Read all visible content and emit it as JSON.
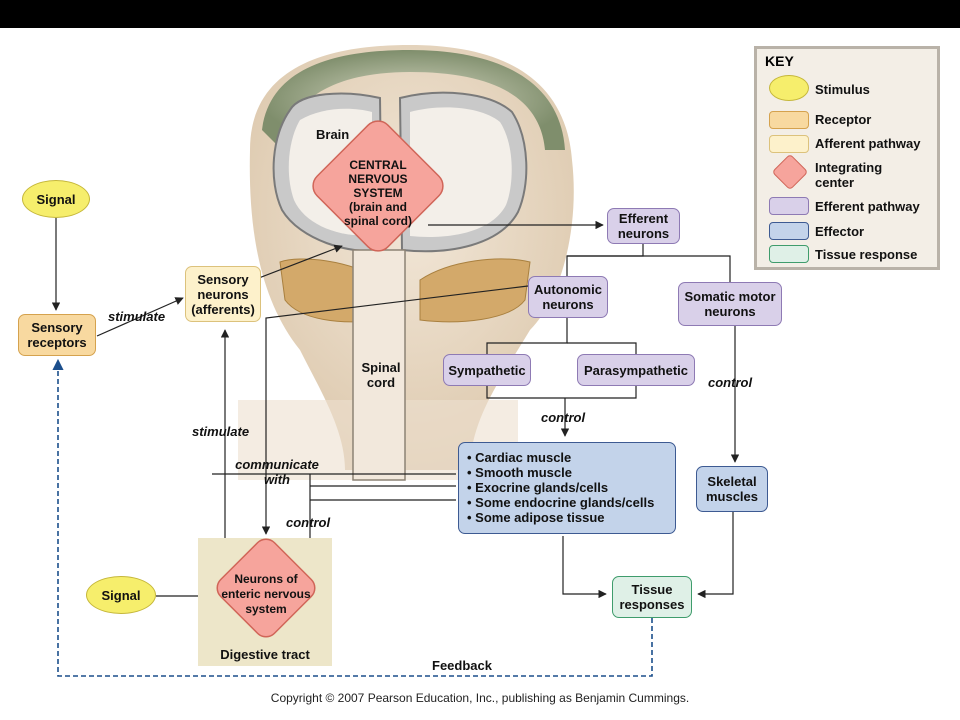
{
  "key": {
    "title": "KEY",
    "items": [
      {
        "label": "Stimulus",
        "color": "#f6ee6c"
      },
      {
        "label": "Receptor",
        "color": "#f8d9a0"
      },
      {
        "label": "Afferent pathway",
        "color": "#fdf1cb"
      },
      {
        "label": "Integrating\ncenter",
        "color": "#f6a49c"
      },
      {
        "label": "Efferent pathway",
        "color": "#d9d0e9"
      },
      {
        "label": "Effector",
        "color": "#c3d3ea"
      },
      {
        "label": "Tissue response",
        "color": "#dff0e7"
      }
    ]
  },
  "nodes": {
    "signal_top": "Signal",
    "signal_bottom": "Signal",
    "sensory_receptors": "Sensory\nreceptors",
    "sensory_neurons": "Sensory\nneurons\n(afferents)",
    "cns": "CENTRAL\nNERVOUS\nSYSTEM\n(brain and\nspinal cord)",
    "brain": "Brain",
    "spinal_cord": "Spinal\ncord",
    "efferent_neurons": "Efferent\nneurons",
    "autonomic_neurons": "Autonomic\nneurons",
    "somatic_motor_neurons": "Somatic motor\nneurons",
    "sympathetic": "Sympathetic",
    "parasympathetic": "Parasympathetic",
    "effectors_list": [
      "• Cardiac muscle",
      "• Smooth muscle",
      "• Exocrine glands/cells",
      "• Some endocrine glands/cells",
      "• Some adipose tissue"
    ],
    "skeletal_muscles": "Skeletal\nmuscles",
    "tissue_responses": "Tissue\nresponses",
    "enteric": "Neurons of\nenteric nervous\nsystem",
    "digestive_tract": "Digestive tract"
  },
  "edge_labels": {
    "stimulate_1": "stimulate",
    "stimulate_2": "stimulate",
    "communicate_with": "communicate\nwith",
    "control_1": "control",
    "control_2": "control",
    "control_3": "control",
    "feedback": "Feedback"
  },
  "copyright": "Copyright © 2007 Pearson Education, Inc., publishing as Benjamin Cummings."
}
